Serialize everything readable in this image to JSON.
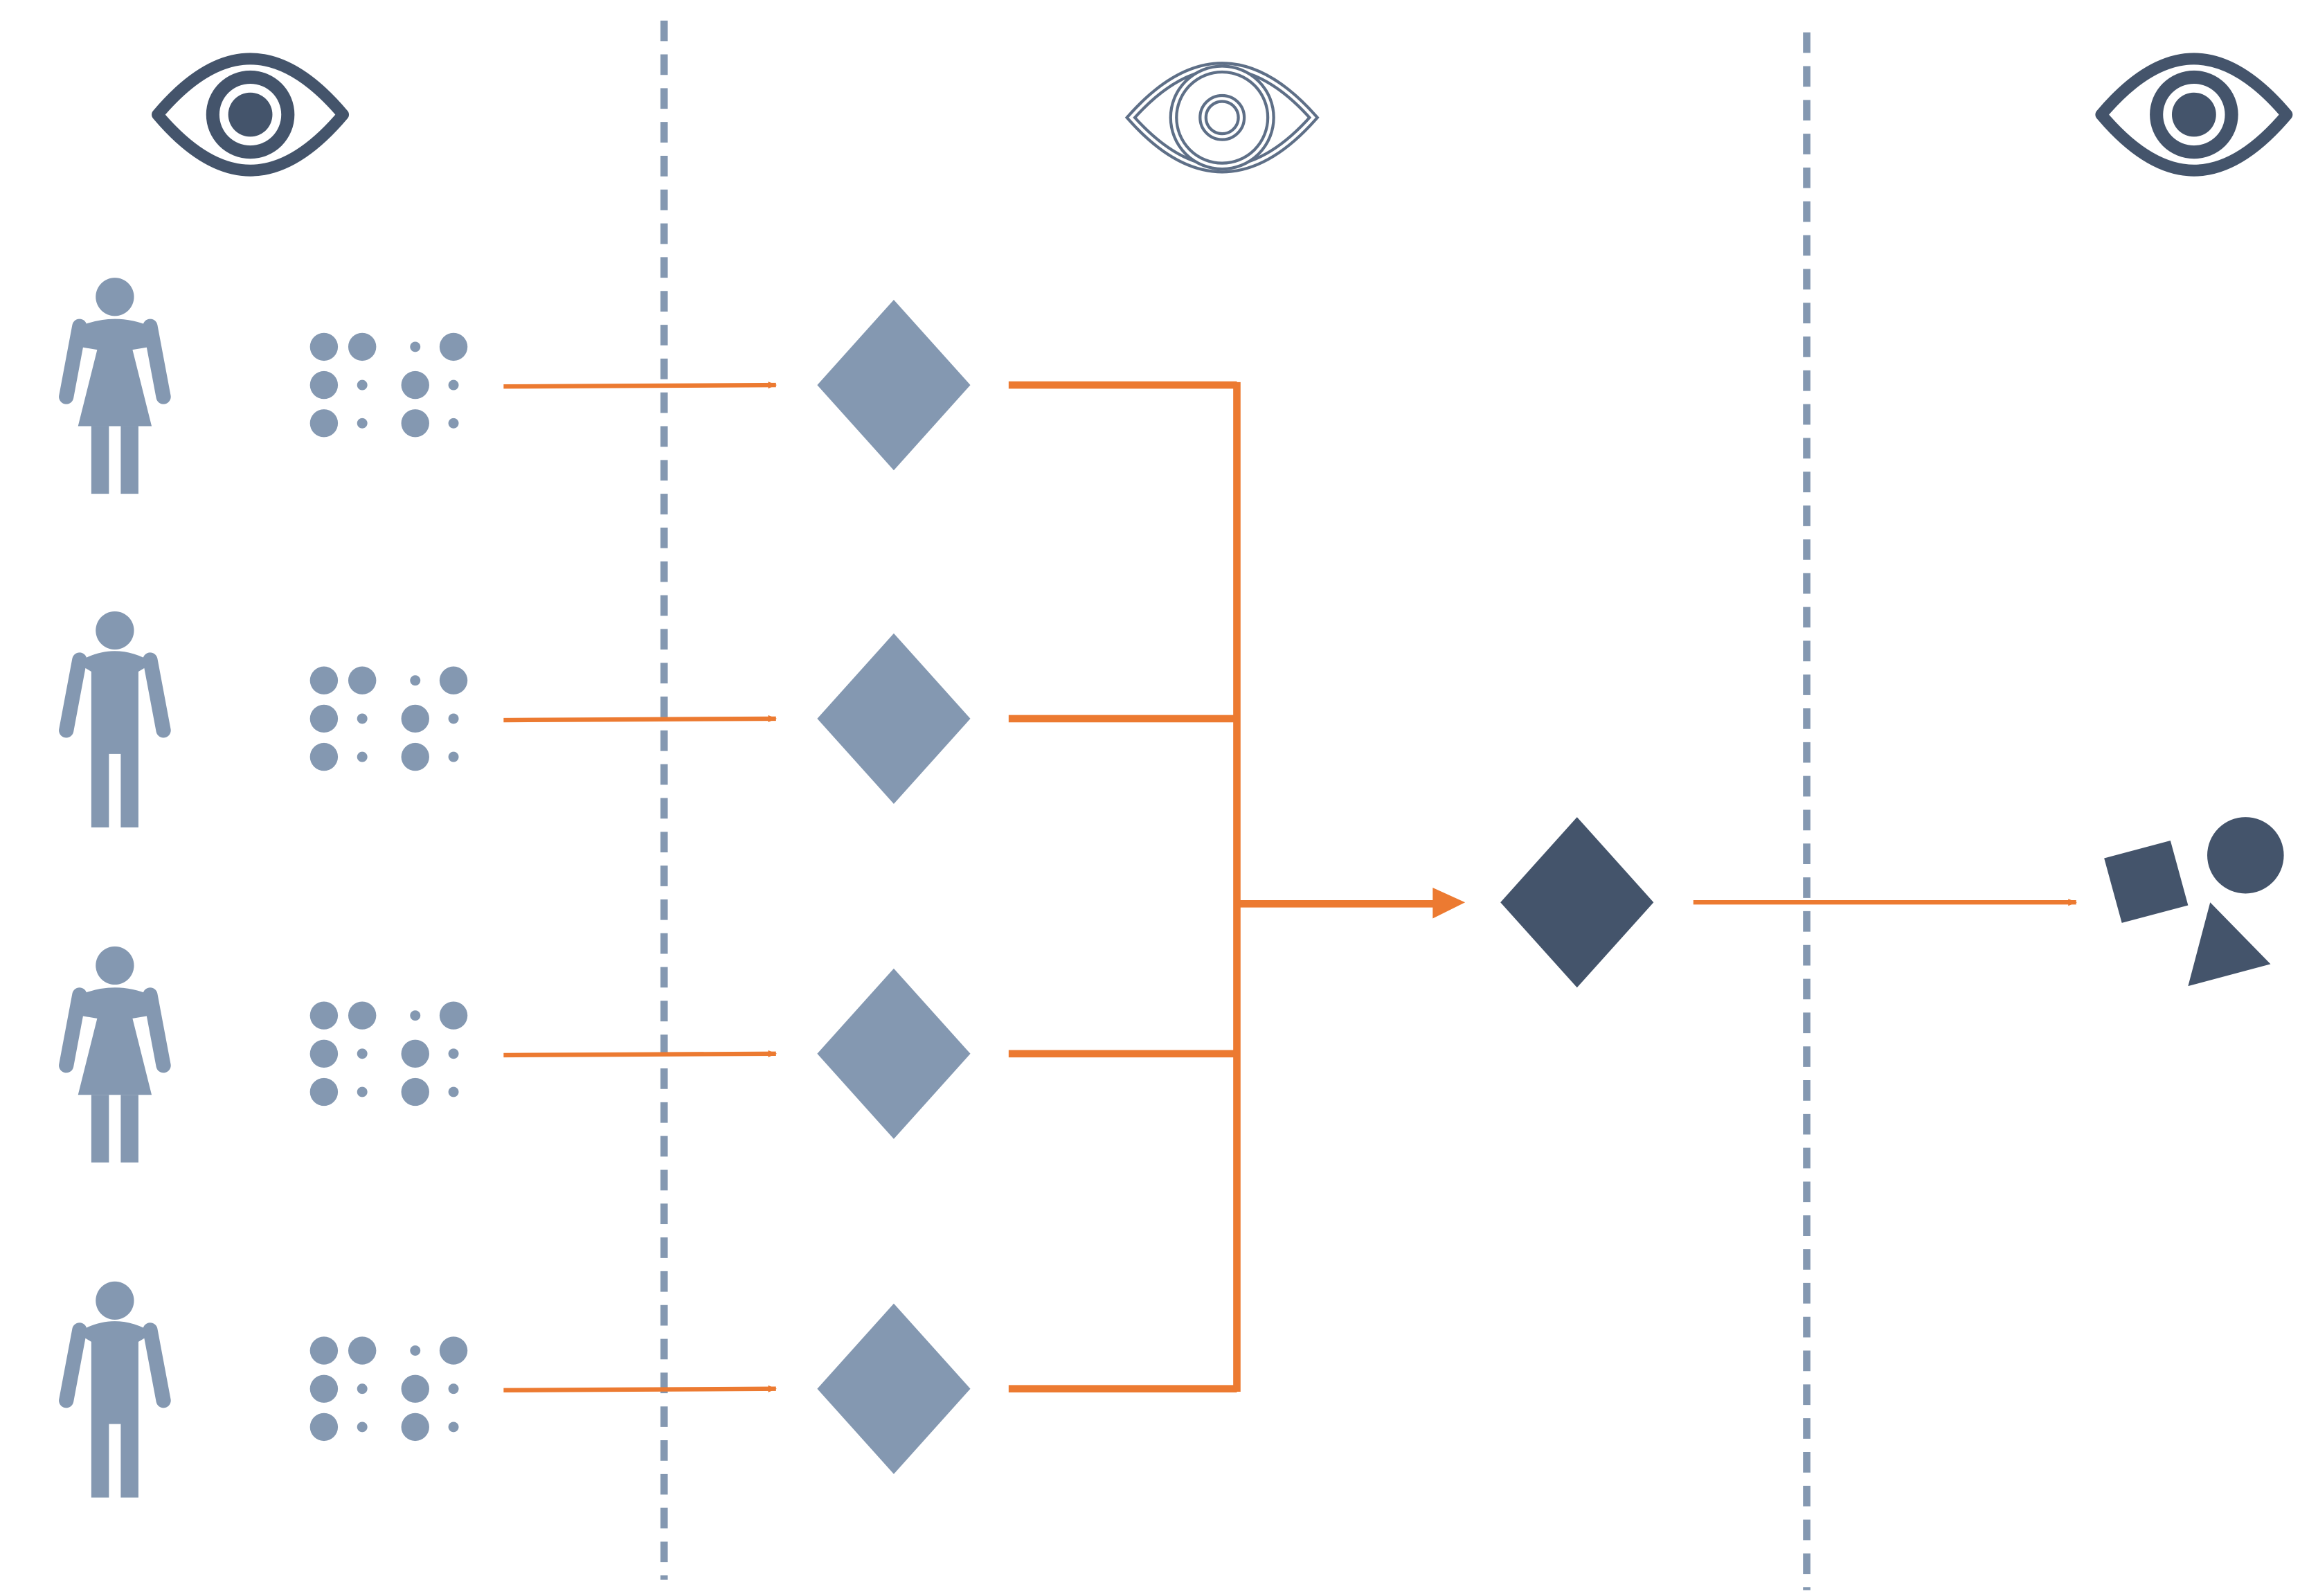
{
  "diagram": {
    "description_free": true,
    "colors": {
      "light": "#8498b1",
      "dark": "#44546b",
      "accent": "#ec7a31",
      "divider": "#8498b1"
    },
    "icons": {
      "observer_left": "eye-icon",
      "observer_middle": "eye-outline-icon",
      "observer_right": "eye-icon",
      "participant_female": "person-female-icon",
      "participant_male": "person-male-icon",
      "encoded_data": "braille-dots-icon",
      "local_model": "diamond-icon",
      "aggregated_model": "diamond-dark-icon",
      "output": "shapes-icon"
    },
    "participants": [
      {
        "figure": "female"
      },
      {
        "figure": "male"
      },
      {
        "figure": "female"
      },
      {
        "figure": "male"
      }
    ],
    "dividers": 2
  }
}
